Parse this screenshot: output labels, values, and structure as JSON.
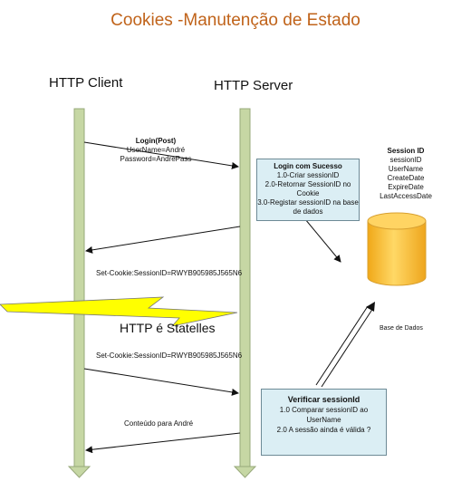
{
  "title": "Cookies -Manutenção de Estado",
  "client_label": "HTTP Client",
  "server_label": "HTTP Server",
  "login_msg": {
    "title": "Login(Post)",
    "line1": "UserName=André",
    "line2": "Password=AndrePass"
  },
  "login_box": {
    "title": "Login com Sucesso",
    "line1": "1.0-Criar sessionID",
    "line2": "2.0-Retornar SessionID no",
    "line3": "Cookie",
    "line4": "3.0-Registar sessionID na base",
    "line5": "de dados"
  },
  "session": {
    "title": "Session ID",
    "fields": [
      "sessionID",
      "UserName",
      "CreateDate",
      "ExpireDate",
      "LastAccessDate"
    ]
  },
  "set_cookie_1": "Set-Cookie:SessionID=RWYB905985J565N6",
  "stateless_label": "HTTP é Statelles",
  "set_cookie_2": "Set-Cookie:SessionID=RWYB905985J565N6",
  "db_label": "Base de Dados",
  "verify_box": {
    "title": "Verificar sessionId",
    "line1": "1.0 Comparar sessionID ao",
    "line2": "UserName",
    "line3": "2.0 A sessão ainda é válida ?"
  },
  "content_msg": "Conteúdo para André",
  "colors": {
    "title": "#c0631a",
    "lifeline": "#c6d7a4",
    "box_fill": "#dbeef4",
    "cylinder": "#f7c233",
    "lightning": "#ffff00"
  }
}
